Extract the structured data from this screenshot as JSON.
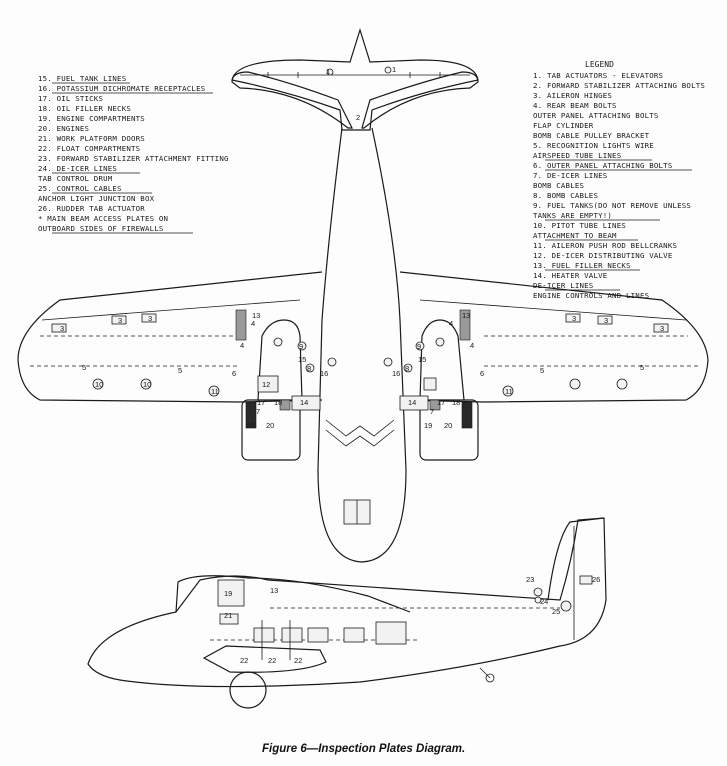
{
  "legend": {
    "title": "LEGEND",
    "right_items": [
      "1.  TAB  ACTUATORS - ELEVATORS",
      "2.  FORWARD  STABILIZER  ATTACHING  BOLTS",
      "3.  AILERON  HINGES",
      "4.  REAR  BEAM  BOLTS",
      "     OUTER  PANEL  ATTACHING  BOLTS",
      "     FLAP  CYLINDER",
      "     BOMB  CABLE  PULLEY  BRACKET",
      "5.  RECOGNITION  LIGHTS  WIRE",
      "     AIRSPEED  TUBE  LINES",
      "6.  OUTER  PANEL  ATTACHING  BOLTS",
      "7.  DE-ICER  LINES",
      "     BOMB  CABLES",
      "8.  BOMB  CABLES",
      "9.  FUEL  TANKS(DO  NOT  REMOVE  UNLESS",
      "     TANKS  ARE  EMPTY!)",
      "10.  PITOT  TUBE  LINES",
      "     ATTACHMENT  TO  BEAM",
      "11.  AILERON  PUSH  ROD  BELLCRANKS",
      "12.  DE-ICER  DISTRIBUTING  VALVE",
      "13.  FUEL  FILLER  NECKS",
      "14.  HEATER  VALVE",
      "     DE-ICER  LINES",
      "     ENGINE  CONTROLS  AND  LINES"
    ],
    "left_items": [
      "15.  FUEL  TANK  LINES",
      "16.  POTASSIUM  DICHROMATE  RECEPTACLES",
      "17.  OIL  STICKS",
      "18.  OIL  FILLER  NECKS",
      "19.  ENGINE  COMPARTMENTS",
      "20.  ENGINES",
      "21.  WORK  PLATFORM  DOORS",
      "22.  FLOAT  COMPARTMENTS",
      "23.  FORWARD  STABILIZER  ATTACHMENT  FITTING",
      "24.  DE-ICER  LINES",
      "     TAB  CONTROL  DRUM",
      "25.  CONTROL  CABLES",
      "     ANCHOR  LIGHT  JUNCTION  BOX",
      "26.  RUDDER  TAB  ACTUATOR",
      "*   MAIN  BEAM  ACCESS  PLATES  ON",
      "     OUTBOARD  SIDES  OF  FIREWALLS"
    ]
  },
  "plate_labels": {
    "tail_left": "1",
    "tail_right": "1",
    "tail_center": "2",
    "aileron_left_a": "3",
    "aileron_left_b": "3",
    "aileron_left_c": "3",
    "aileron_right_a": "3",
    "aileron_right_b": "3",
    "aileron_right_c": "3",
    "beam_left": "4",
    "beam_left_b": "4",
    "beam_right": "4",
    "beam_right_b": "4",
    "flap_left_a": "5",
    "flap_left_b": "5",
    "flap_right_a": "5",
    "flap_right_b": "5",
    "outer_left": "6",
    "outer_right": "6",
    "deicer_left": "7",
    "deicer_right": "7",
    "bomb_left": "8",
    "bomb_right": "8",
    "tank_left": "9",
    "tank_right": "9",
    "pitot_left": "10",
    "pitot_left_b": "10",
    "bell_left": "11",
    "bell_right": "11",
    "deicer_valve": "12",
    "filler_left": "13",
    "filler_right": "13",
    "heater_left": "14",
    "heater_right": "14",
    "fuel_line_left": "15",
    "fuel_line_right": "15",
    "potassium_left": "16",
    "potassium_right": "16",
    "oil_left": "17",
    "oil_right": "17",
    "oilfill_left": "18",
    "oilfill_right": "18",
    "eng_comp_left": "19",
    "eng_comp_right": "19",
    "engine_left": "20",
    "engine_right": "20",
    "side_19": "19",
    "side_13": "13",
    "side_21": "21",
    "side_22a": "22",
    "side_22b": "22",
    "side_22c": "22",
    "side_23": "23",
    "side_24": "24",
    "side_25": "25",
    "side_26": "26"
  },
  "caption": "Figure 6—Inspection Plates Diagram."
}
